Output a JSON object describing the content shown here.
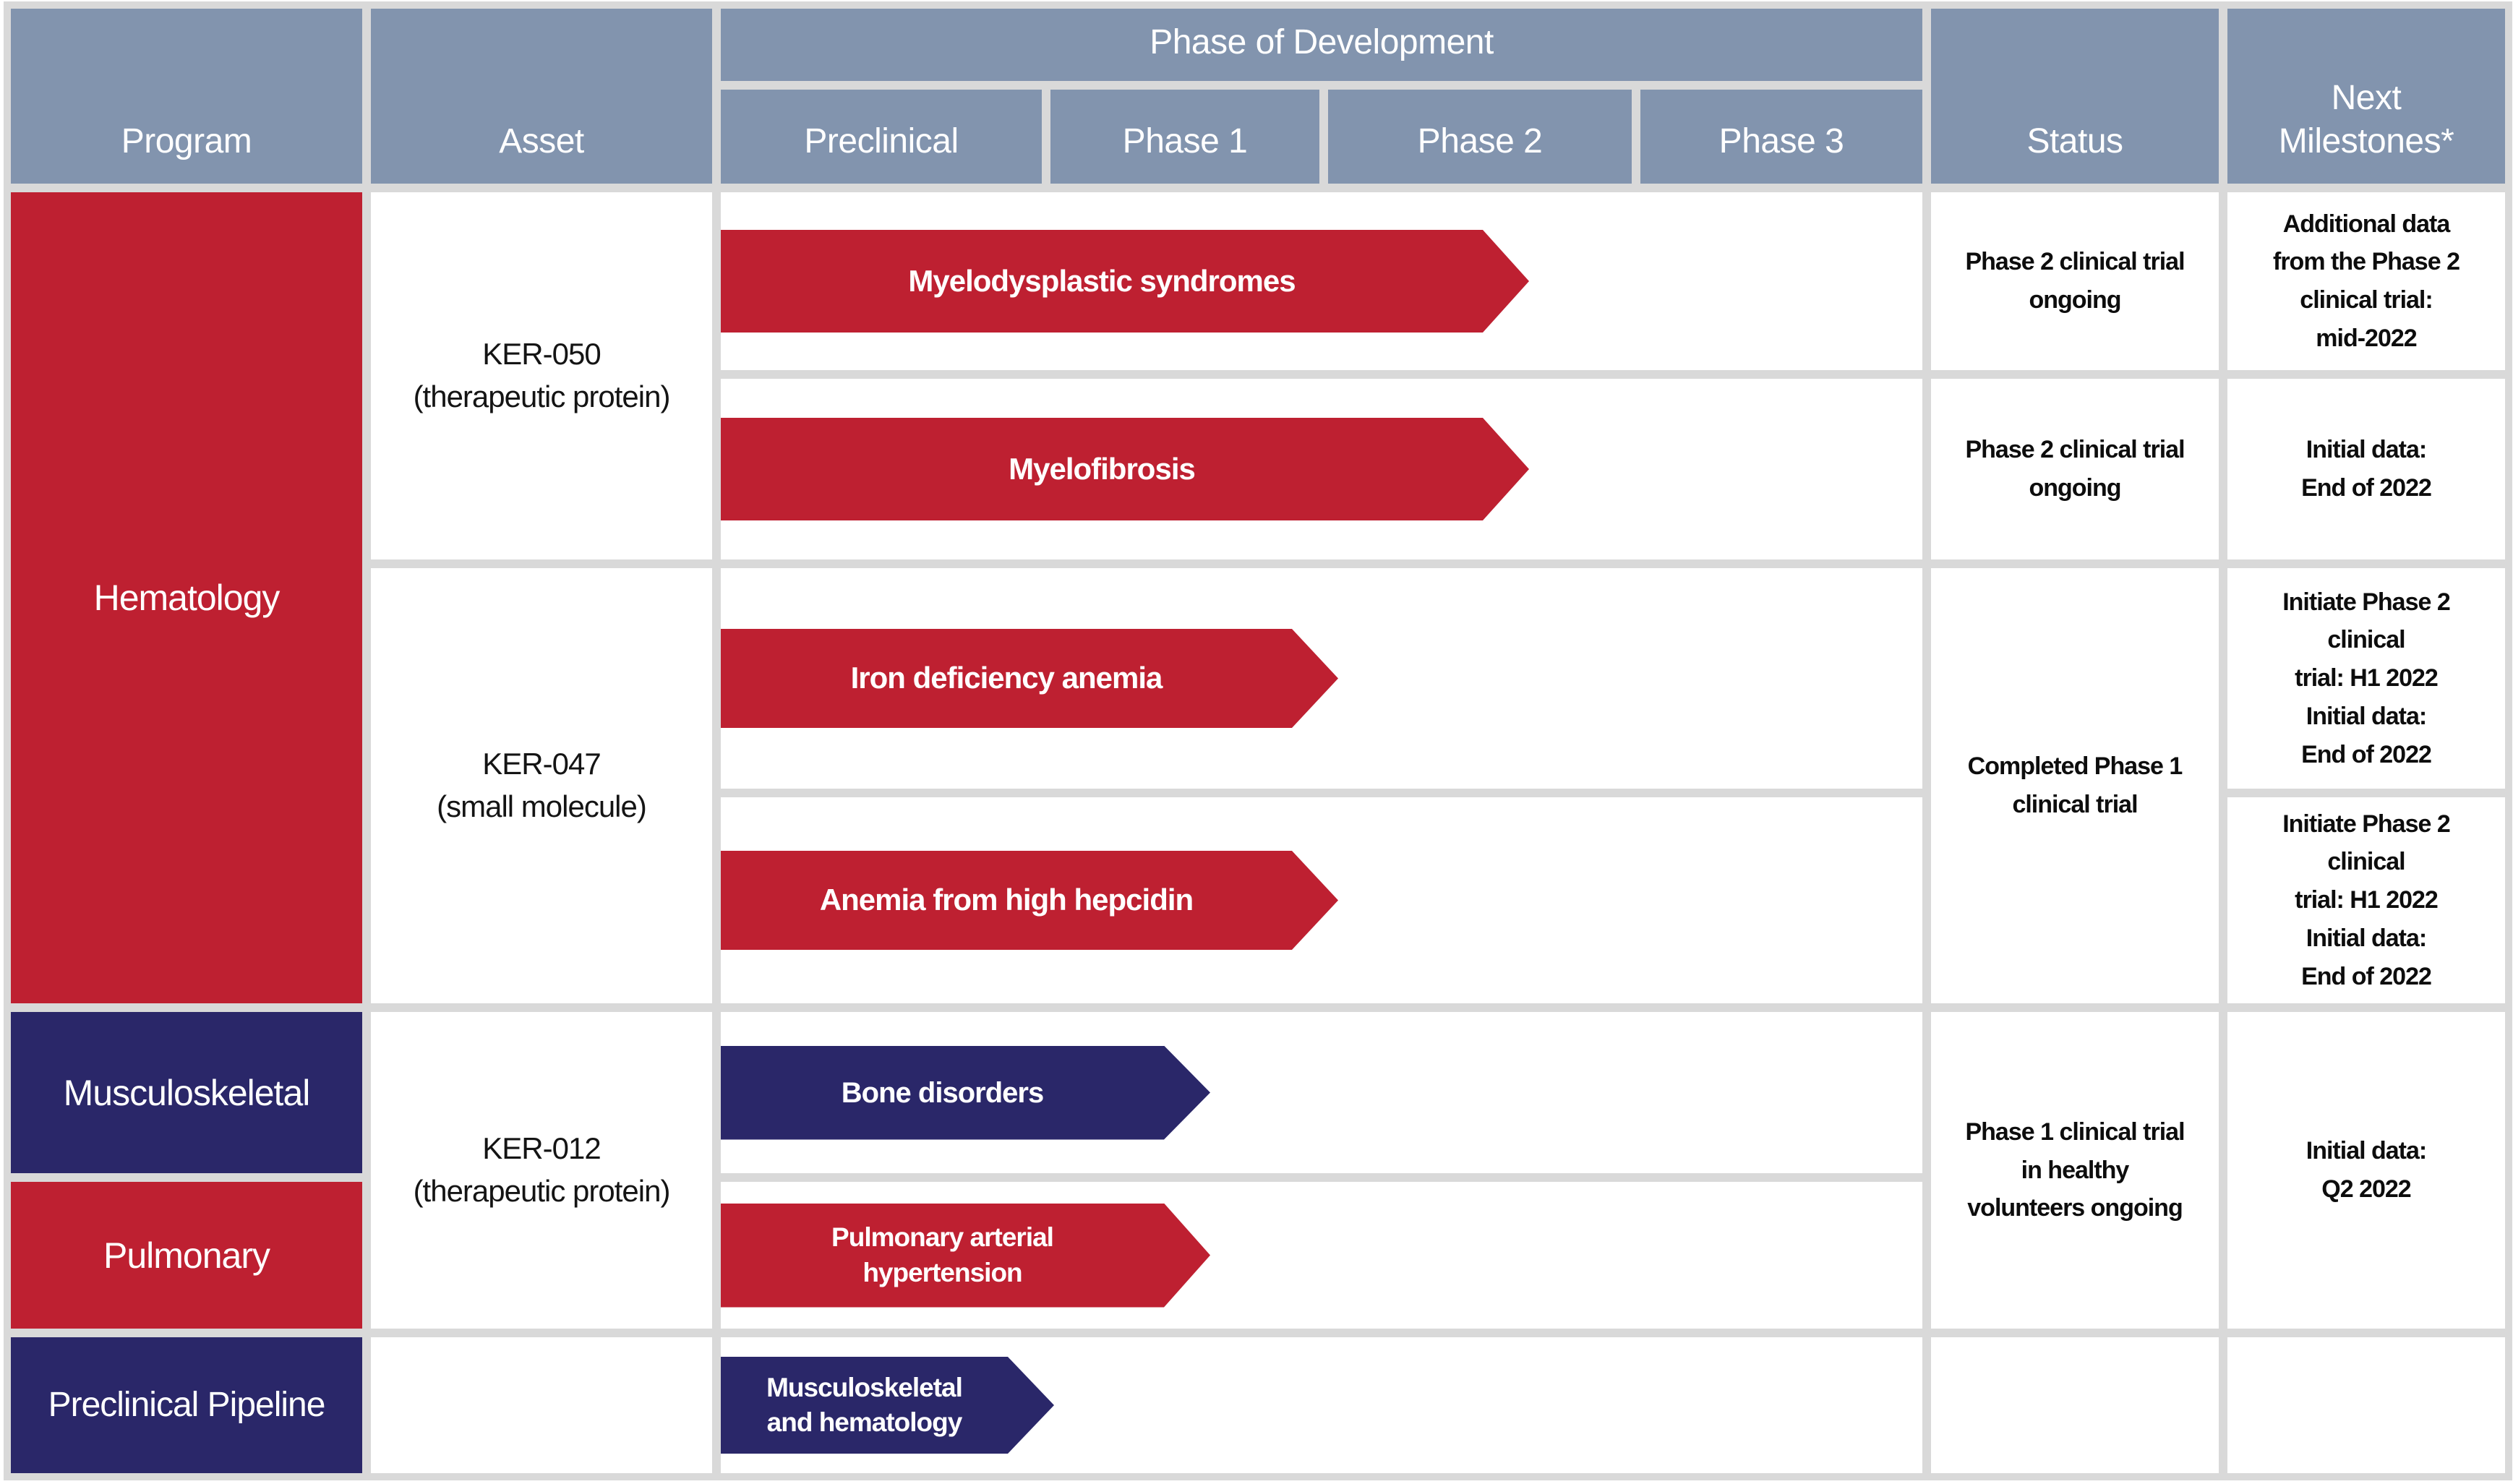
{
  "colors": {
    "red": "#be2031",
    "navy": "#2a2769",
    "headerblue": "#8294ae",
    "grid": "#d9d9d9"
  },
  "header": {
    "program": "Program",
    "asset": "Asset",
    "phase_group": "Phase of Development",
    "phases": [
      "Preclinical",
      "Phase 1",
      "Phase 2",
      "Phase 3"
    ],
    "status": "Status",
    "milestones_lines": [
      "Next",
      "Milestones*"
    ]
  },
  "programs": [
    {
      "label": "Hematology"
    },
    {
      "label": "Musculoskeletal"
    },
    {
      "label": "Pulmonary"
    },
    {
      "label": "Preclinical Pipeline"
    }
  ],
  "assets": [
    {
      "name": "KER-050",
      "type": "(therapeutic protein)"
    },
    {
      "name": "KER-047",
      "type": "(small molecule)"
    },
    {
      "name": "KER-012",
      "type": "(therapeutic protein)"
    }
  ],
  "indications": [
    {
      "lines": [
        "Myelodysplastic syndromes"
      ]
    },
    {
      "lines": [
        "Myelofibrosis"
      ]
    },
    {
      "lines": [
        "Iron deficiency anemia"
      ]
    },
    {
      "lines": [
        "Anemia from high hepcidin"
      ]
    },
    {
      "lines": [
        "Bone disorders"
      ]
    },
    {
      "lines": [
        "Pulmonary arterial",
        "hypertension"
      ]
    },
    {
      "lines": [
        "Musculoskeletal",
        "and hematology"
      ]
    }
  ],
  "statuses": [
    {
      "lines": [
        "Phase 2 clinical trial",
        "ongoing"
      ]
    },
    {
      "lines": [
        "Phase 2 clinical trial",
        "ongoing"
      ]
    },
    {
      "lines": [
        "Completed Phase 1",
        "clinical trial"
      ]
    },
    {
      "lines": [
        "Phase 1 clinical trial",
        "in healthy",
        "volunteers ongoing"
      ]
    }
  ],
  "milestones": [
    {
      "lines": [
        "Additional data",
        "from the Phase 2",
        "clinical trial:",
        "mid-2022"
      ]
    },
    {
      "lines": [
        "Initial data:",
        "End of 2022"
      ]
    },
    {
      "lines": [
        "Initiate Phase 2",
        "clinical",
        "trial: H1 2022",
        "Initial data:",
        "End of 2022"
      ]
    },
    {
      "lines": [
        "Initiate Phase 2",
        "clinical",
        "trial: H1 2022",
        "Initial data:",
        "End of 2022"
      ]
    },
    {
      "lines": [
        "Initial data:",
        "Q2 2022"
      ]
    }
  ]
}
